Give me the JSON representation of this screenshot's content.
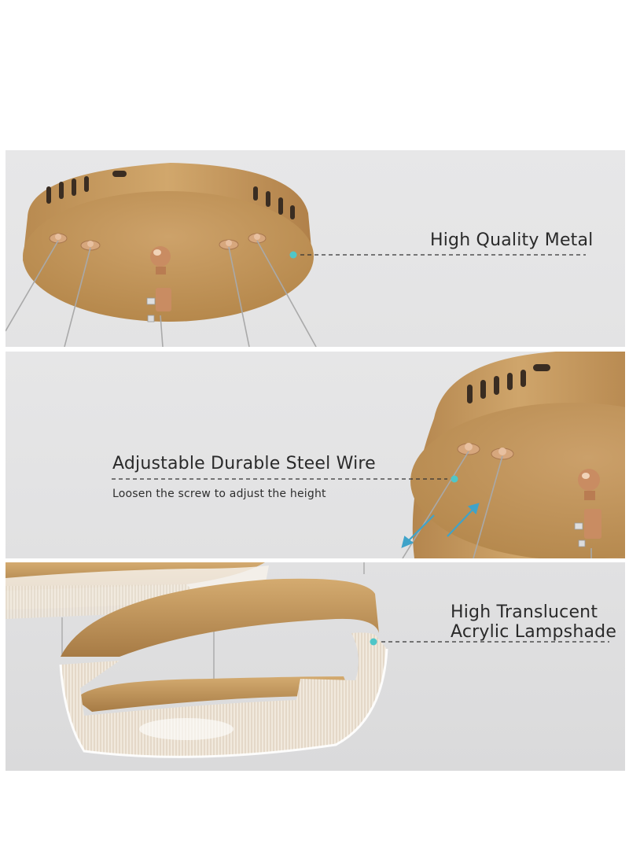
{
  "panels": [
    {
      "name": "metal",
      "label": "High Quality Metal"
    },
    {
      "name": "steel-wire",
      "label": "Adjustable Durable Steel Wire",
      "caption": "Loosen the screw to adjust the height"
    },
    {
      "name": "lampshade",
      "label_line1": "High Translucent",
      "label_line2": "Acrylic Lampshade"
    }
  ],
  "colors": {
    "gold": "#c59a60",
    "gold_dark": "#9e7440",
    "panel_bg": "#e4e4e5",
    "dot_accent": "#4fc6c8",
    "arrow_accent": "#3fa3c9",
    "leader_line": "#333333"
  }
}
